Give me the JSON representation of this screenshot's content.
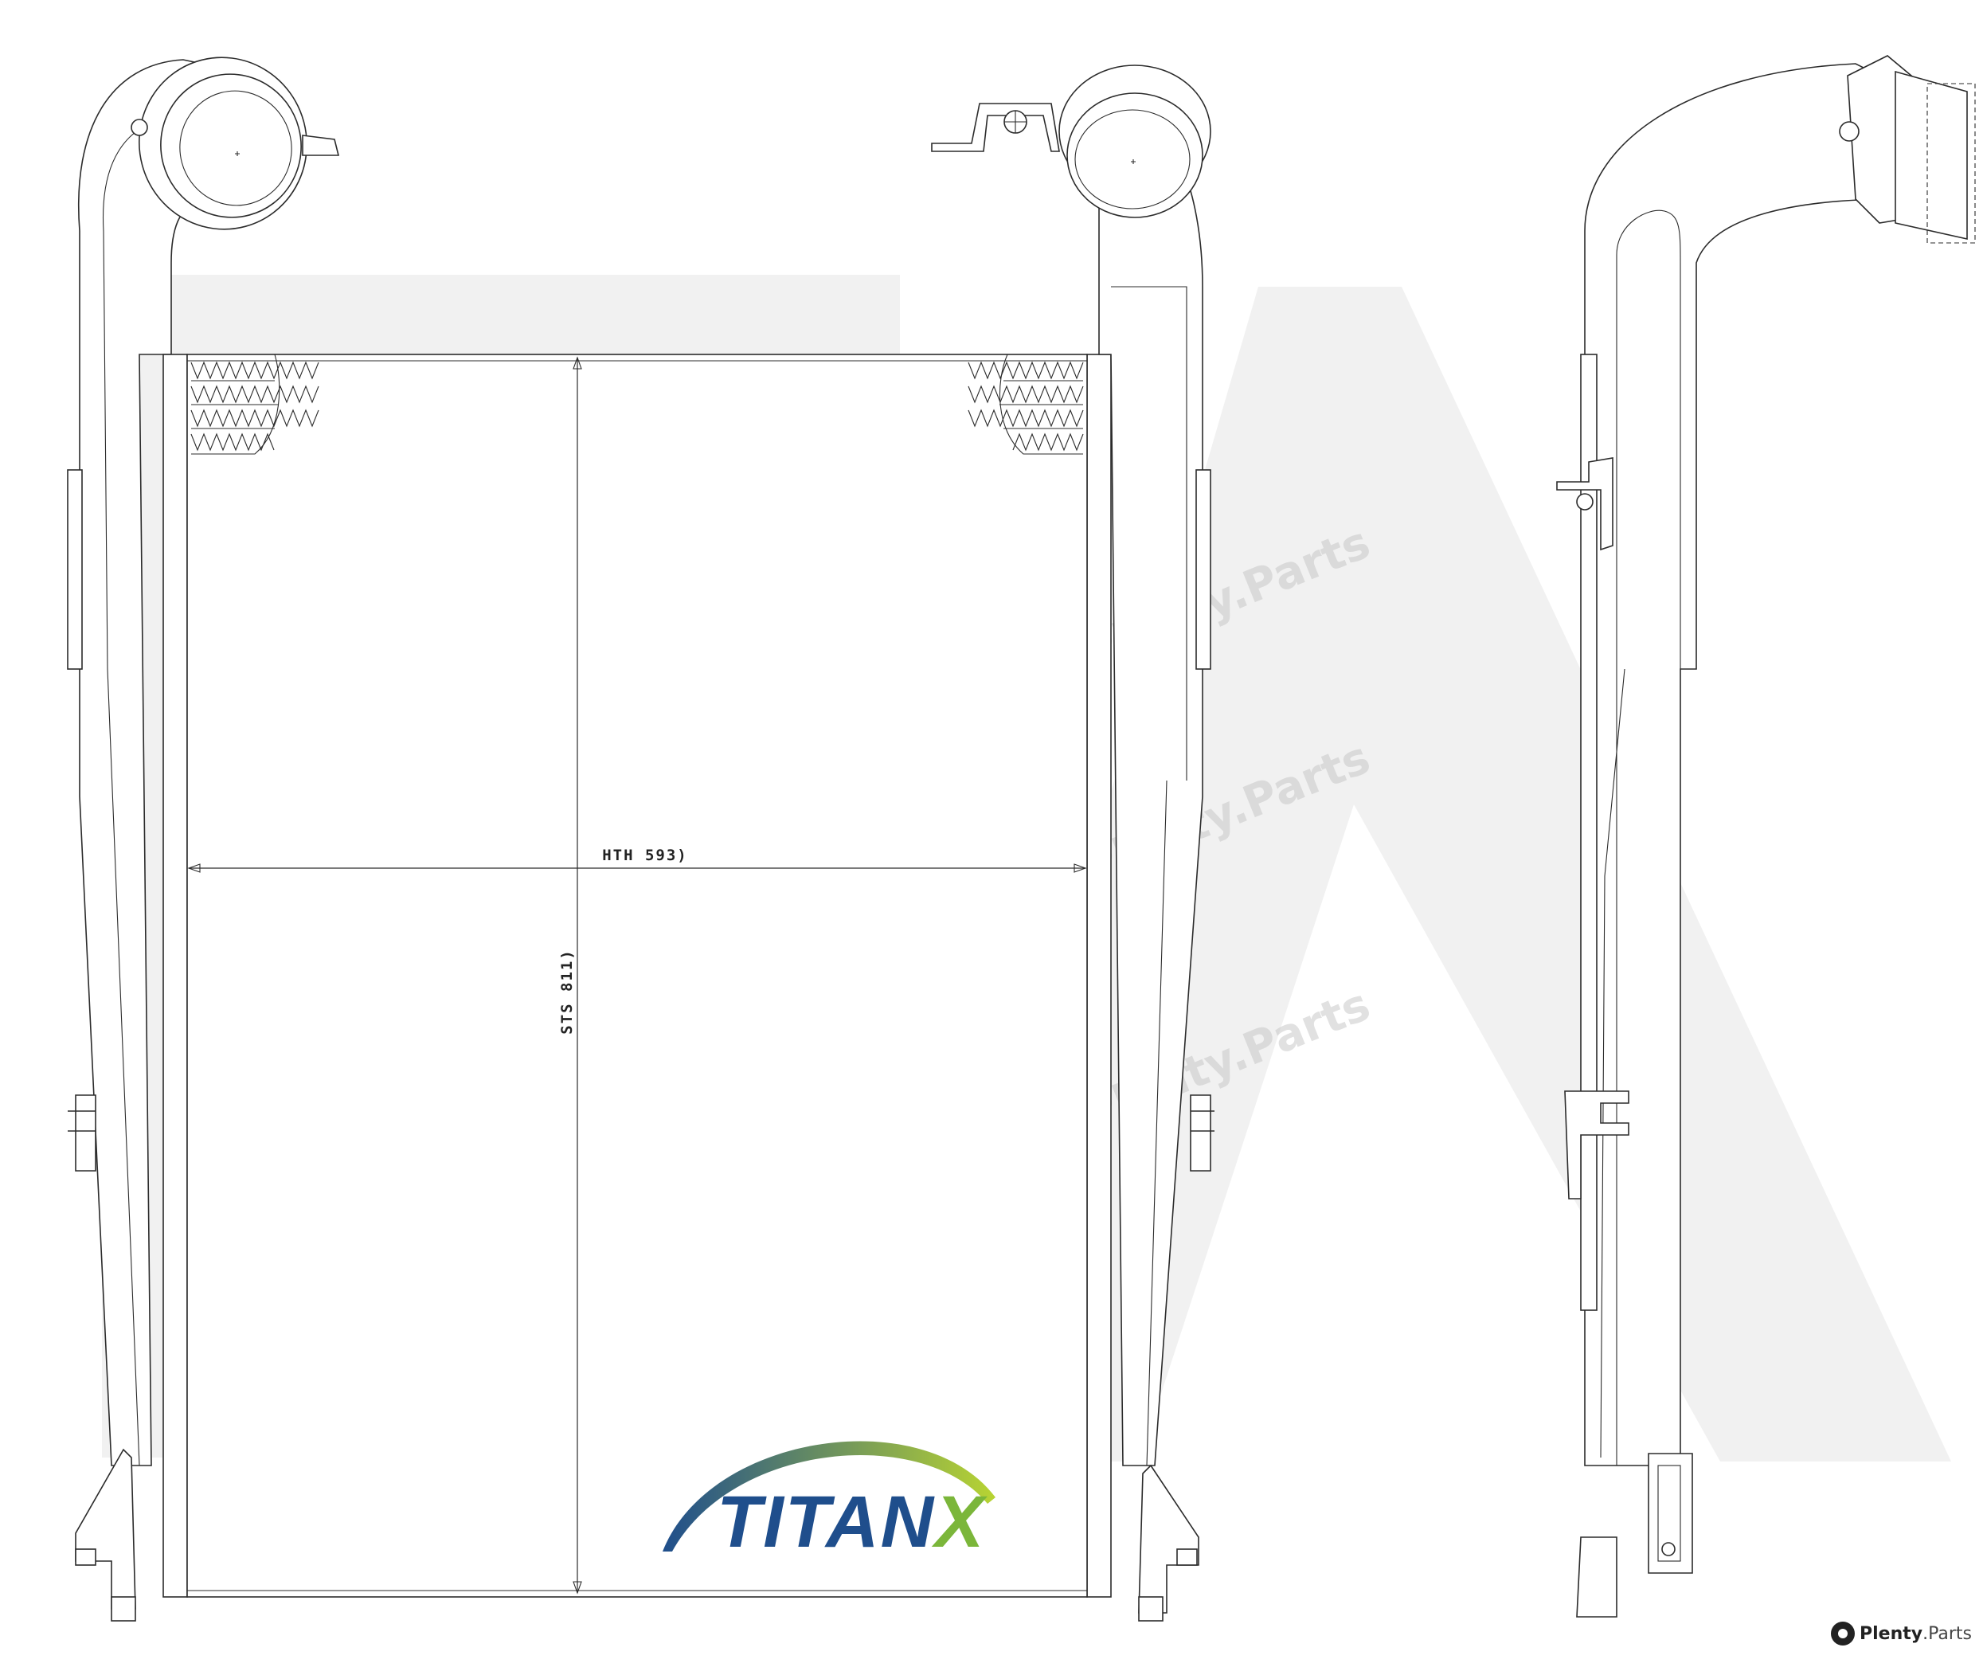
{
  "drawing": {
    "width_label": "HTH 593)",
    "height_label": "STS 811)"
  },
  "logo": {
    "text": "TITANX",
    "colors": {
      "letters": "#1f4e8c",
      "x_letter": "#7bb63a",
      "arc_start": "#1f4e8c",
      "arc_end": "#b8d432"
    }
  },
  "background_logo": {
    "color": "#f1f1f1"
  },
  "watermark": {
    "text": "Plenty.Parts",
    "brand_bold": "Plenty",
    "brand_rest": ".Parts"
  }
}
